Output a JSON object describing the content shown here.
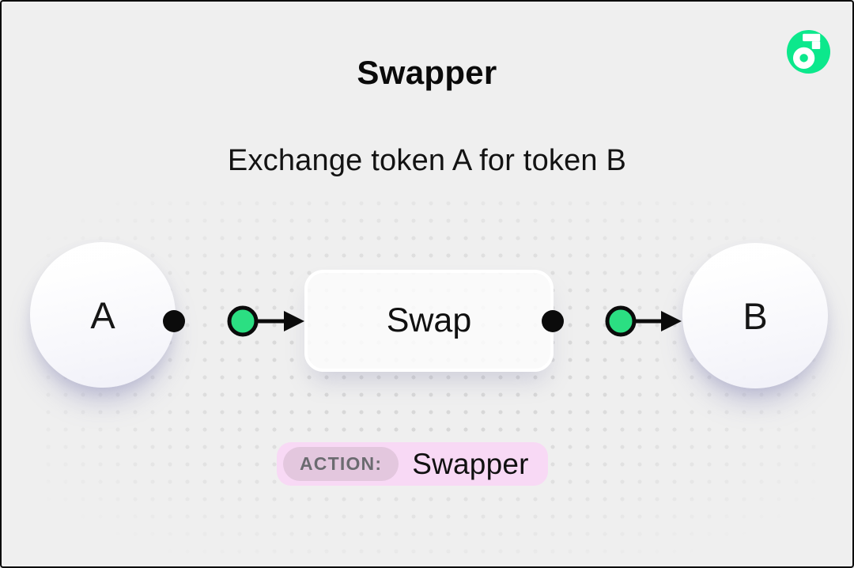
{
  "header": {
    "title": "Swapper",
    "subtitle": "Exchange token A for token B"
  },
  "logo": {
    "name": "flow-logo",
    "green": "#0CE88C"
  },
  "diagram": {
    "nodes": [
      {
        "id": "token-a",
        "label": "A"
      },
      {
        "id": "swap",
        "label": "Swap"
      },
      {
        "id": "token-b",
        "label": "B"
      }
    ],
    "connector_green": "#2BDF82",
    "connector_black": "#0B0B0B"
  },
  "action_badge": {
    "label": "ACTION:",
    "value": "Swapper"
  },
  "colors": {
    "background": "#EFEFEF",
    "frame_border": "#0B0B0B",
    "dot_grid": "#D6D6D6",
    "badge_bg": "#F8D9F5",
    "badge_label_bg": "#E3C7DE",
    "badge_label_text": "#6B6B70",
    "node_shadow": "#7A7AAF",
    "text": "#0F0F0F"
  }
}
